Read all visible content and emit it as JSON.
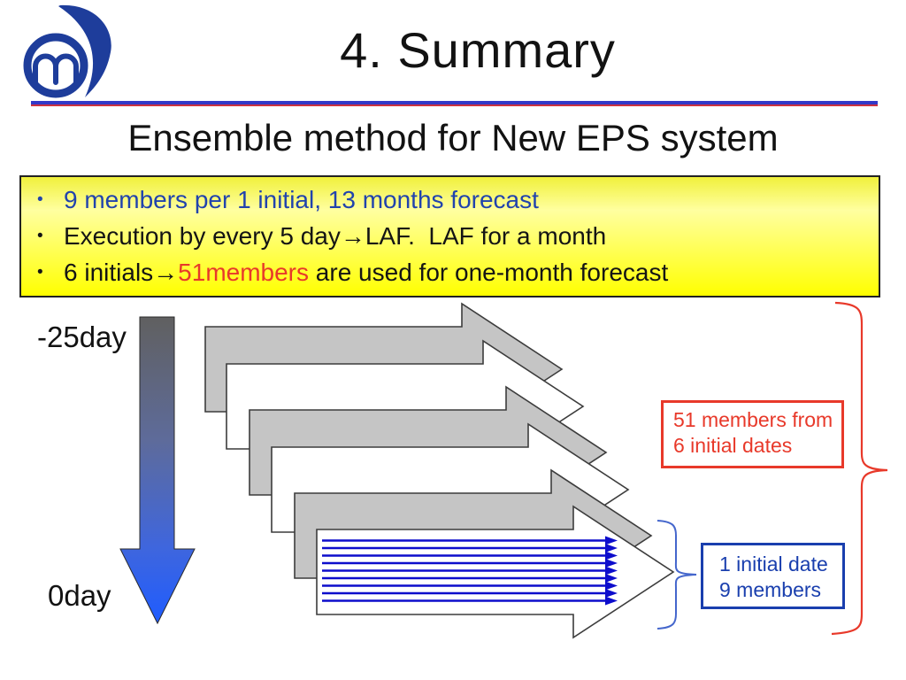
{
  "header": {
    "title": "4. Summary",
    "subtitle": "Ensemble method for New EPS system"
  },
  "logo": {
    "name": "jma-logo"
  },
  "highlight_box": {
    "marker": "•",
    "bullet1": "9 members per 1 initial, 13 months forecast",
    "bullet2": "Execution by every 5 day→LAF.  LAF for a month",
    "bullet3_pre": "6 initials→",
    "bullet3_highlight": "51members",
    "bullet3_post": " are used for one-month forecast"
  },
  "timeline": {
    "top_label": "-25day",
    "bottom_label": "0day"
  },
  "callouts": {
    "members_box": {
      "line1": "51 members from",
      "line2": "6 initial dates"
    },
    "initial_box": {
      "line1": "1 initial date",
      "line2": "9 members"
    }
  },
  "diagram": {
    "forecast_arrow_count": 6,
    "member_line_count": 9
  },
  "colors": {
    "logo_blue": "#1e3d9b",
    "rule_blue": "#3338c8",
    "rule_red": "#cc3340",
    "box_yellow": "#ffff00",
    "bullet_blue": "#2143ad",
    "bullet_red": "#e8392a",
    "arrow_gray": "#c5c5c5",
    "arrow_stroke": "#3c3c3c",
    "member_line": "#0d0dcc",
    "red_accent": "#e8392a",
    "blue_accent": "#1a3fae",
    "brace_blue": "#4466cc"
  }
}
